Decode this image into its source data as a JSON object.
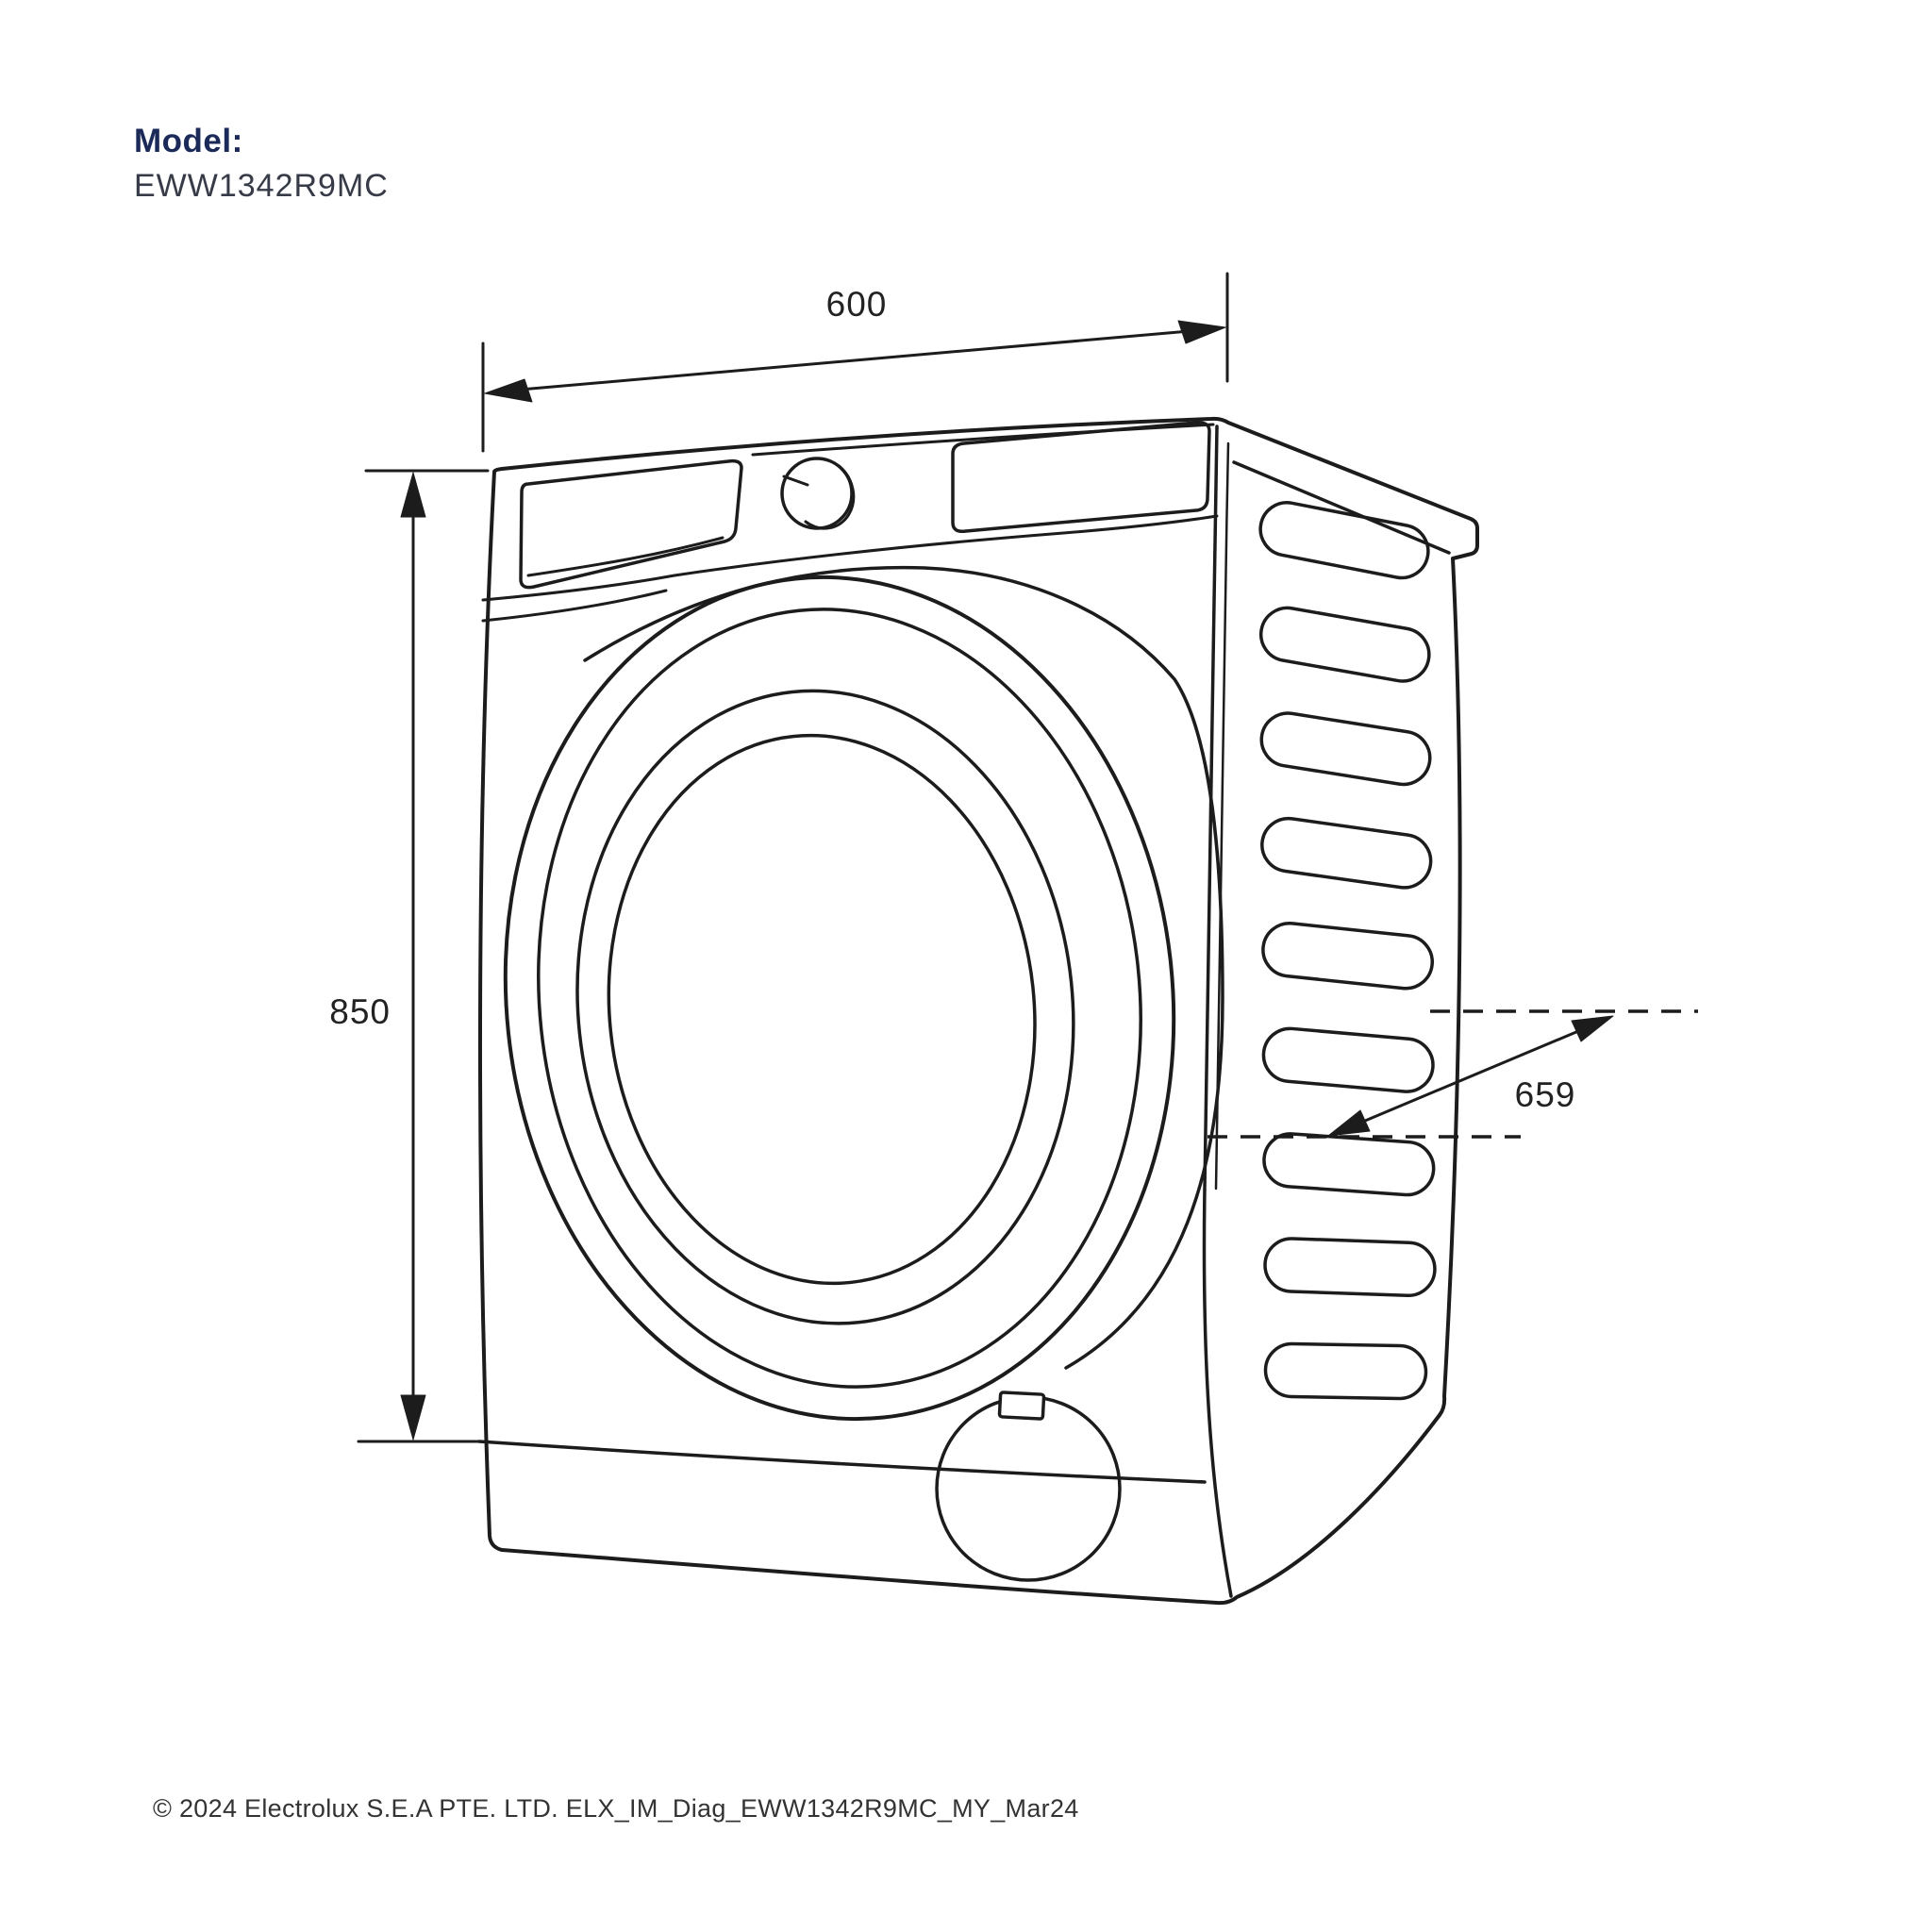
{
  "model": {
    "label": "Model:",
    "number": "EWW1342R9MC"
  },
  "dimensions": {
    "width": {
      "value": "600",
      "orientation": "top-width"
    },
    "height": {
      "value": "850",
      "orientation": "left-height"
    },
    "depth": {
      "value": "659",
      "orientation": "side-depth"
    }
  },
  "footer": {
    "text": "© 2024 Electrolux S.E.A PTE. LTD. ELX_IM_Diag_EWW1342R9MC_MY_Mar24"
  },
  "diagram": {
    "subject": "front-load-washing-machine-outline",
    "line_color": "#1c1c1c",
    "label_color": "#222222",
    "model_label_color": "#1c2a5a",
    "model_number_color": "#363b47",
    "background_color": "#ffffff"
  }
}
